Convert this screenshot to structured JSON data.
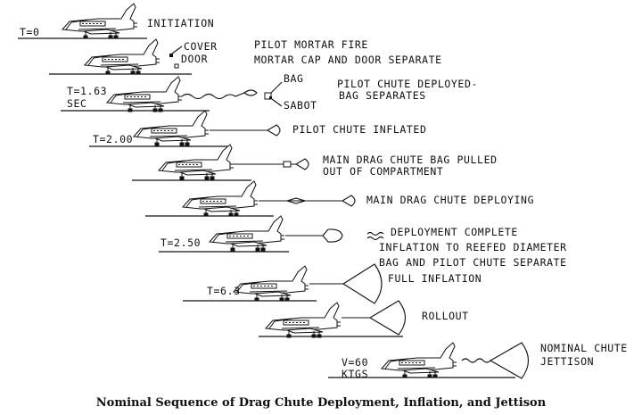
{
  "caption": "Nominal Sequence of Drag Chute Deployment, Inflation, and Jettison",
  "steps": [
    {
      "id": "initiation",
      "time_lines": [
        "T=0"
      ],
      "labels": [
        "INITIATION"
      ]
    },
    {
      "id": "mortar",
      "time_lines": [],
      "labels": [
        "PILOT MORTAR FIRE",
        "MORTAR CAP AND DOOR SEPARATE"
      ],
      "callouts": [
        "COVER",
        "DOOR"
      ]
    },
    {
      "id": "pilot-deploy",
      "time_lines": [
        "T=1.63",
        "SEC"
      ],
      "labels": [
        "PILOT CHUTE DEPLOYED-",
        "BAG SEPARATES"
      ],
      "callouts": [
        "BAG",
        "SABOT"
      ]
    },
    {
      "id": "pilot-inflated",
      "time_lines": [
        "T=2.00"
      ],
      "labels": [
        "PILOT CHUTE INFLATED"
      ]
    },
    {
      "id": "bag-pulled",
      "time_lines": [],
      "labels": [
        "MAIN DRAG CHUTE BAG PULLED",
        "OUT OF COMPARTMENT"
      ]
    },
    {
      "id": "main-deploying",
      "time_lines": [],
      "labels": [
        "MAIN DRAG CHUTE DEPLOYING"
      ]
    },
    {
      "id": "deploy-complete",
      "time_lines": [
        "T=2.50"
      ],
      "labels": [
        "DEPLOYMENT COMPLETE",
        "INFLATION TO REEFED DIAMETER",
        "BAG AND PILOT CHUTE SEPARATE"
      ]
    },
    {
      "id": "full-inflation",
      "time_lines": [
        "T=6.3"
      ],
      "labels": [
        "FULL INFLATION"
      ]
    },
    {
      "id": "rollout",
      "time_lines": [],
      "labels": [
        "ROLLOUT"
      ]
    },
    {
      "id": "jettison",
      "time_lines": [
        "V=60",
        "KTGS"
      ],
      "labels": [
        "NOMINAL CHUTE",
        "JETTISON"
      ]
    }
  ]
}
